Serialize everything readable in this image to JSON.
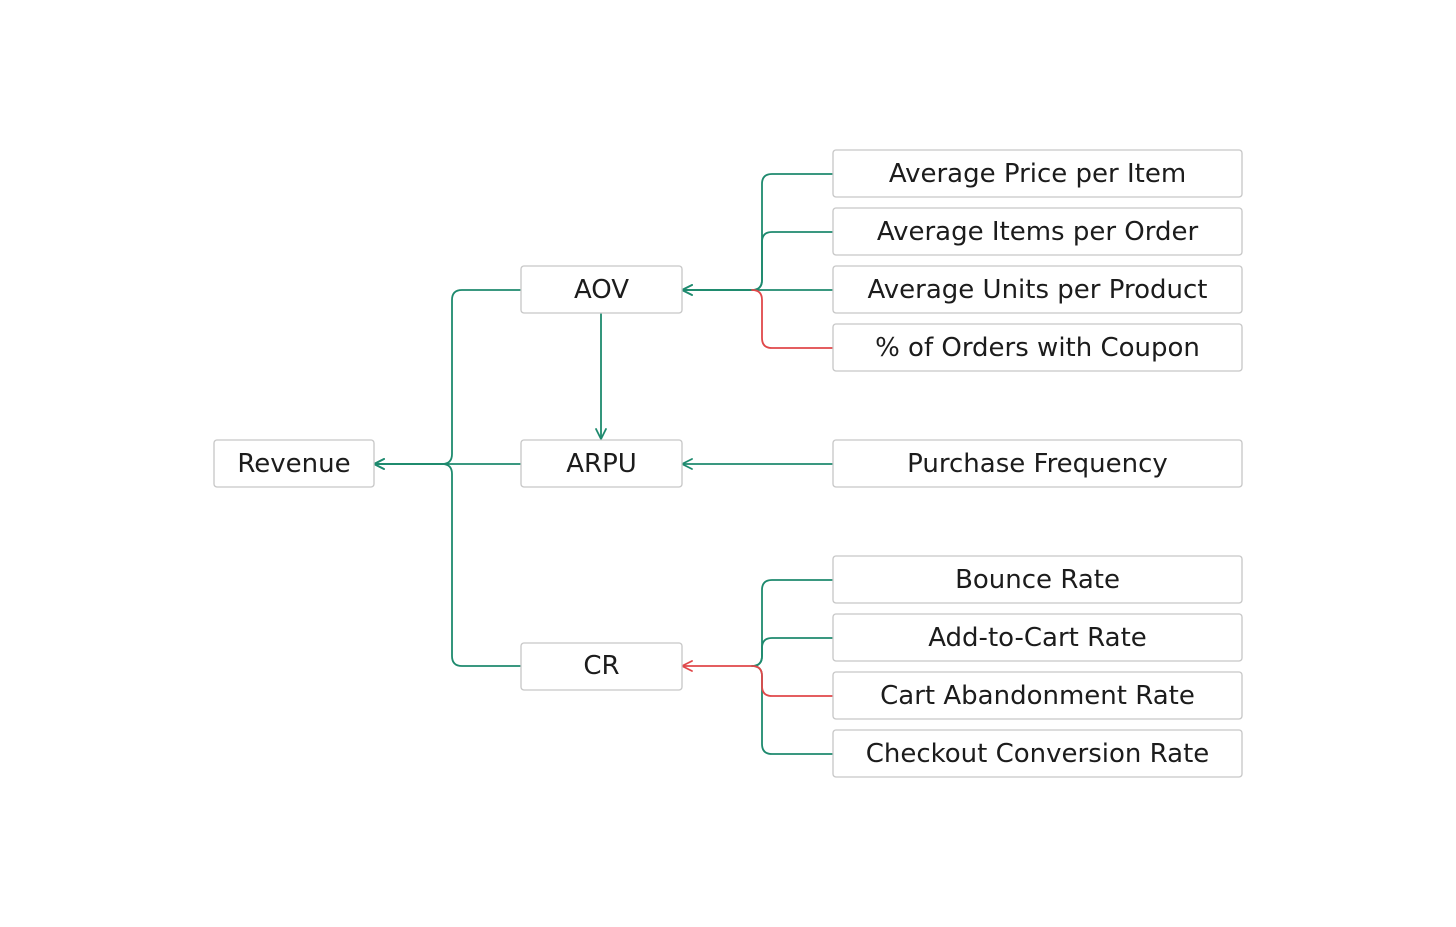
{
  "colors": {
    "positive": "#1e8a6e",
    "negative": "#e0484a"
  },
  "nodes": {
    "revenue": "Revenue",
    "aov": "AOV",
    "arpu": "ARPU",
    "cr": "CR",
    "avg_price_item": "Average Price per Item",
    "avg_items_order": "Average Items per Order",
    "avg_units_product": "Average Units per Product",
    "pct_orders_coupon": "% of Orders with Coupon",
    "purchase_frequency": "Purchase Frequency",
    "bounce_rate": "Bounce Rate",
    "add_to_cart_rate": "Add-to-Cart Rate",
    "cart_abandonment_rate": "Cart Abandonment Rate",
    "checkout_conversion_rate": "Checkout Conversion Rate"
  },
  "edges": [
    {
      "from": "aov",
      "to": "revenue",
      "polarity": "positive"
    },
    {
      "from": "arpu",
      "to": "revenue",
      "polarity": "positive"
    },
    {
      "from": "cr",
      "to": "revenue",
      "polarity": "positive"
    },
    {
      "from": "aov",
      "to": "arpu",
      "polarity": "positive"
    },
    {
      "from": "avg_price_item",
      "to": "aov",
      "polarity": "positive"
    },
    {
      "from": "avg_items_order",
      "to": "aov",
      "polarity": "positive"
    },
    {
      "from": "avg_units_product",
      "to": "aov",
      "polarity": "positive"
    },
    {
      "from": "pct_orders_coupon",
      "to": "aov",
      "polarity": "negative"
    },
    {
      "from": "purchase_frequency",
      "to": "arpu",
      "polarity": "positive"
    },
    {
      "from": "bounce_rate",
      "to": "cr",
      "polarity": "positive"
    },
    {
      "from": "add_to_cart_rate",
      "to": "cr",
      "polarity": "positive"
    },
    {
      "from": "cart_abandonment_rate",
      "to": "cr",
      "polarity": "negative"
    },
    {
      "from": "checkout_conversion_rate",
      "to": "cr",
      "polarity": "positive"
    }
  ]
}
